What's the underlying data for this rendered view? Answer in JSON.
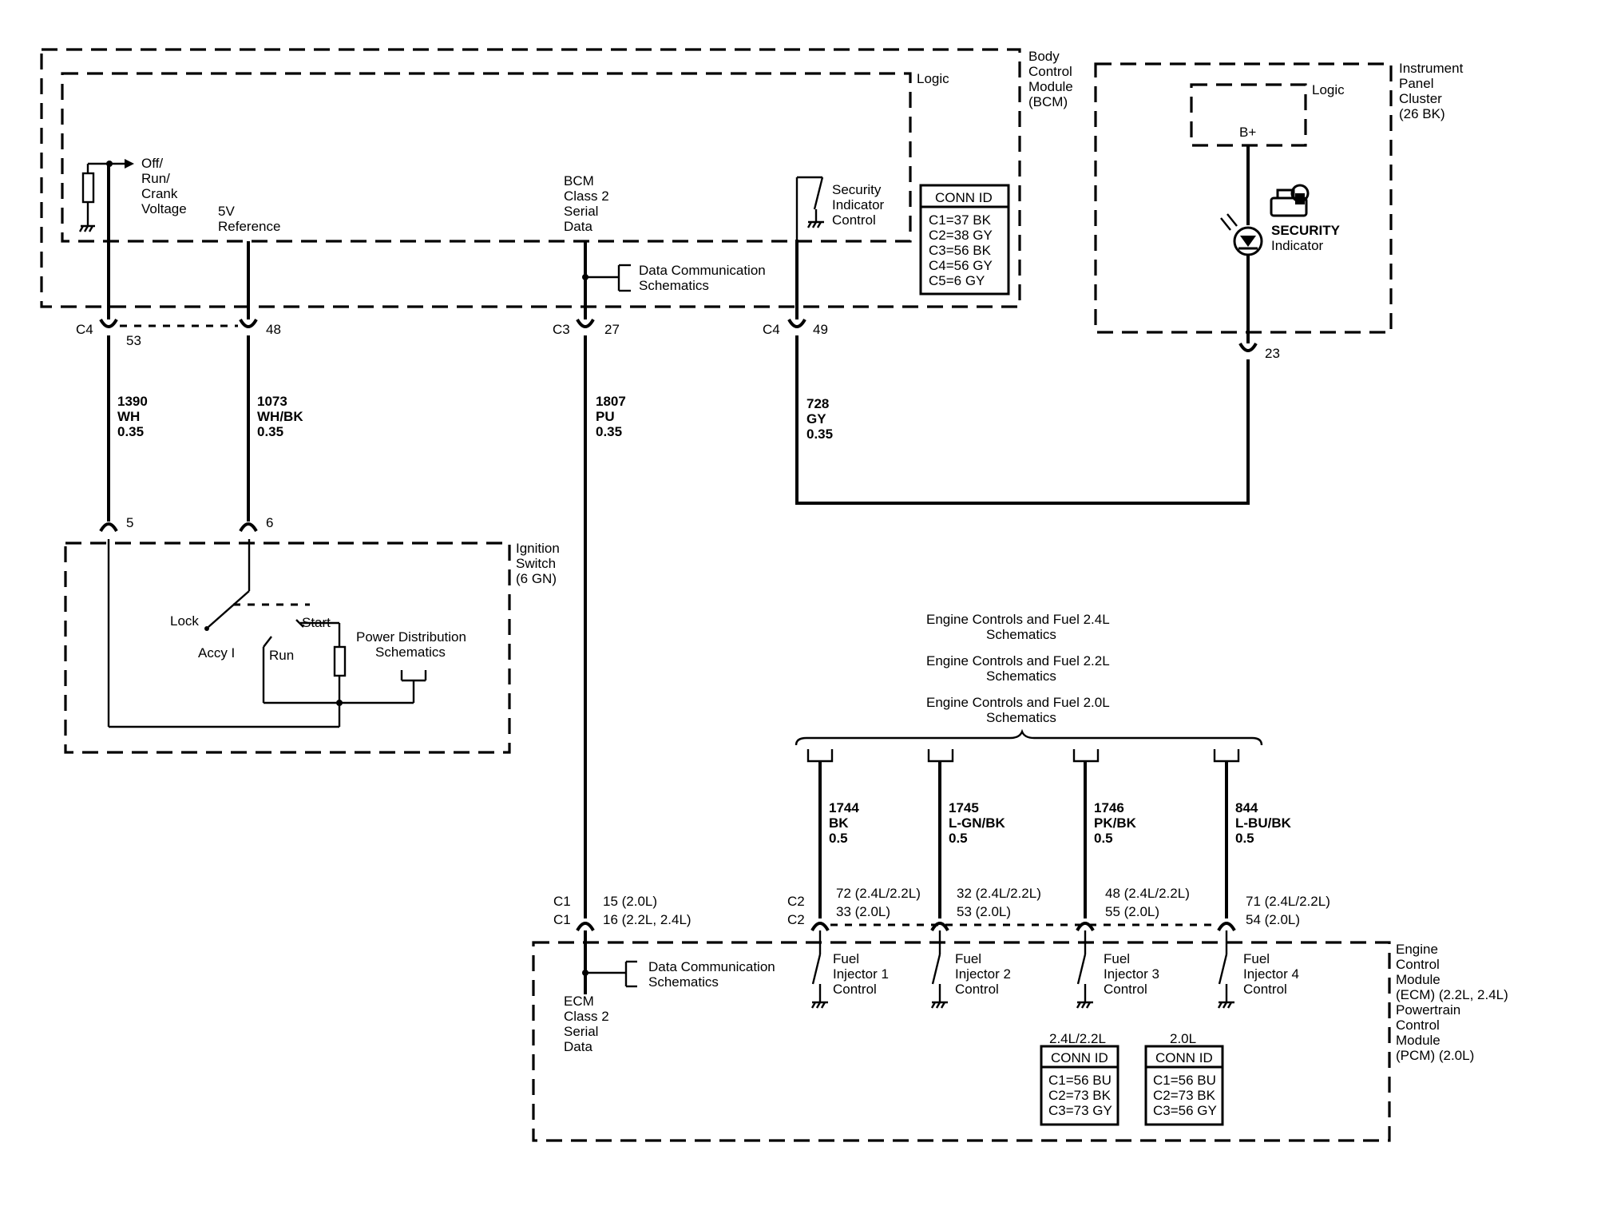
{
  "modules": {
    "bcm": {
      "name": [
        "Body",
        "Control",
        "Module",
        "(BCM)"
      ],
      "logic": "Logic"
    },
    "ipc": {
      "name": [
        "Instrument",
        "Panel",
        "Cluster",
        "(26 BK)"
      ],
      "logic": "Logic",
      "bplus": "B+"
    },
    "ignition": {
      "name": [
        "Ignition",
        "Switch",
        "(6 GN)"
      ]
    },
    "ecm": {
      "name": [
        "Engine",
        "Control",
        "Module",
        "(ECM) (2.2L, 2.4L)",
        "Powertrain",
        "Control",
        "Module",
        "(PCM) (2.0L)"
      ]
    }
  },
  "bcm_labels": {
    "off_run_crank": [
      "Off/",
      "Run/",
      "Crank",
      "Voltage"
    ],
    "five_v_ref": [
      "5V",
      "Reference"
    ],
    "serial_data": [
      "BCM",
      "Class 2",
      "Serial",
      "Data"
    ],
    "security_control": [
      "Security",
      "Indicator",
      "Control"
    ],
    "data_comm": [
      "Data Communication",
      "Schematics"
    ]
  },
  "bcm_conn_id": {
    "title": "CONN ID",
    "rows": [
      "C1=37 BK",
      "C2=38 GY",
      "C3=56 BK",
      "C4=56 GY",
      "C5=6 GY"
    ]
  },
  "security_indicator": {
    "label": [
      "SECURITY",
      "Indicator"
    ],
    "icon": "security-lock-icon"
  },
  "pins": {
    "c4_53": {
      "conn": "C4",
      "pin": "53"
    },
    "c4_48": {
      "pin": "48"
    },
    "c3_27": {
      "conn": "C3",
      "pin": "27"
    },
    "c4_49": {
      "conn": "C4",
      "pin": "49"
    },
    "ipc_23": {
      "pin": "23"
    },
    "ign_5": {
      "pin": "5"
    },
    "ign_6": {
      "pin": "6"
    }
  },
  "wires": {
    "w1390": [
      "1390",
      "WH",
      "0.35"
    ],
    "w1073": [
      "1073",
      "WH/BK",
      "0.35"
    ],
    "w1807": [
      "1807",
      "PU",
      "0.35"
    ],
    "w728": [
      "728",
      "GY",
      "0.35"
    ],
    "w1744": [
      "1744",
      "BK",
      "0.5"
    ],
    "w1745": [
      "1745",
      "L-GN/BK",
      "0.5"
    ],
    "w1746": [
      "1746",
      "PK/BK",
      "0.5"
    ],
    "w844": [
      "844",
      "L-BU/BK",
      "0.5"
    ]
  },
  "ignition_labels": {
    "lock": "Lock",
    "accy": "Accy I",
    "run": "Run",
    "start": "Start",
    "power_dist": [
      "Power Distribution",
      "Schematics"
    ]
  },
  "engine_refs": [
    [
      "Engine Controls and Fuel 2.4L",
      "Schematics"
    ],
    [
      "Engine Controls and Fuel 2.2L",
      "Schematics"
    ],
    [
      "Engine Controls and Fuel 2.0L",
      "Schematics"
    ]
  ],
  "ecm_pins": {
    "c1_a": {
      "conn": "C1",
      "pin": "15 (2.0L)"
    },
    "c1_b": {
      "conn": "C1",
      "pin": "16 (2.2L, 2.4L)"
    },
    "inj1": {
      "conn_a": "C2",
      "conn_b": "C2",
      "pin_a": "72 (2.4L/2.2L)",
      "pin_b": "33 (2.0L)"
    },
    "inj2": {
      "pin_a": "32 (2.4L/2.2L)",
      "pin_b": "53 (2.0L)"
    },
    "inj3": {
      "pin_a": "48 (2.4L/2.2L)",
      "pin_b": "55 (2.0L)"
    },
    "inj4": {
      "pin_a": "71 (2.4L/2.2L)",
      "pin_b": "54 (2.0L)"
    }
  },
  "ecm_labels": {
    "serial_data": [
      "ECM",
      "Class 2",
      "Serial",
      "Data"
    ],
    "data_comm": [
      "Data Communication",
      "Schematics"
    ],
    "inj1": [
      "Fuel",
      "Injector 1",
      "Control"
    ],
    "inj2": [
      "Fuel",
      "Injector 2",
      "Control"
    ],
    "inj3": [
      "Fuel",
      "Injector 3",
      "Control"
    ],
    "inj4": [
      "Fuel",
      "Injector 4",
      "Control"
    ]
  },
  "ecm_conn_ids": [
    {
      "caption": "2.4L/2.2L",
      "title": "CONN ID",
      "rows": [
        "C1=56 BU",
        "C2=73 BK",
        "C3=73 GY"
      ]
    },
    {
      "caption": "2.0L",
      "title": "CONN ID",
      "rows": [
        "C1=56 BU",
        "C2=73 BK",
        "C3=56 GY"
      ]
    }
  ]
}
